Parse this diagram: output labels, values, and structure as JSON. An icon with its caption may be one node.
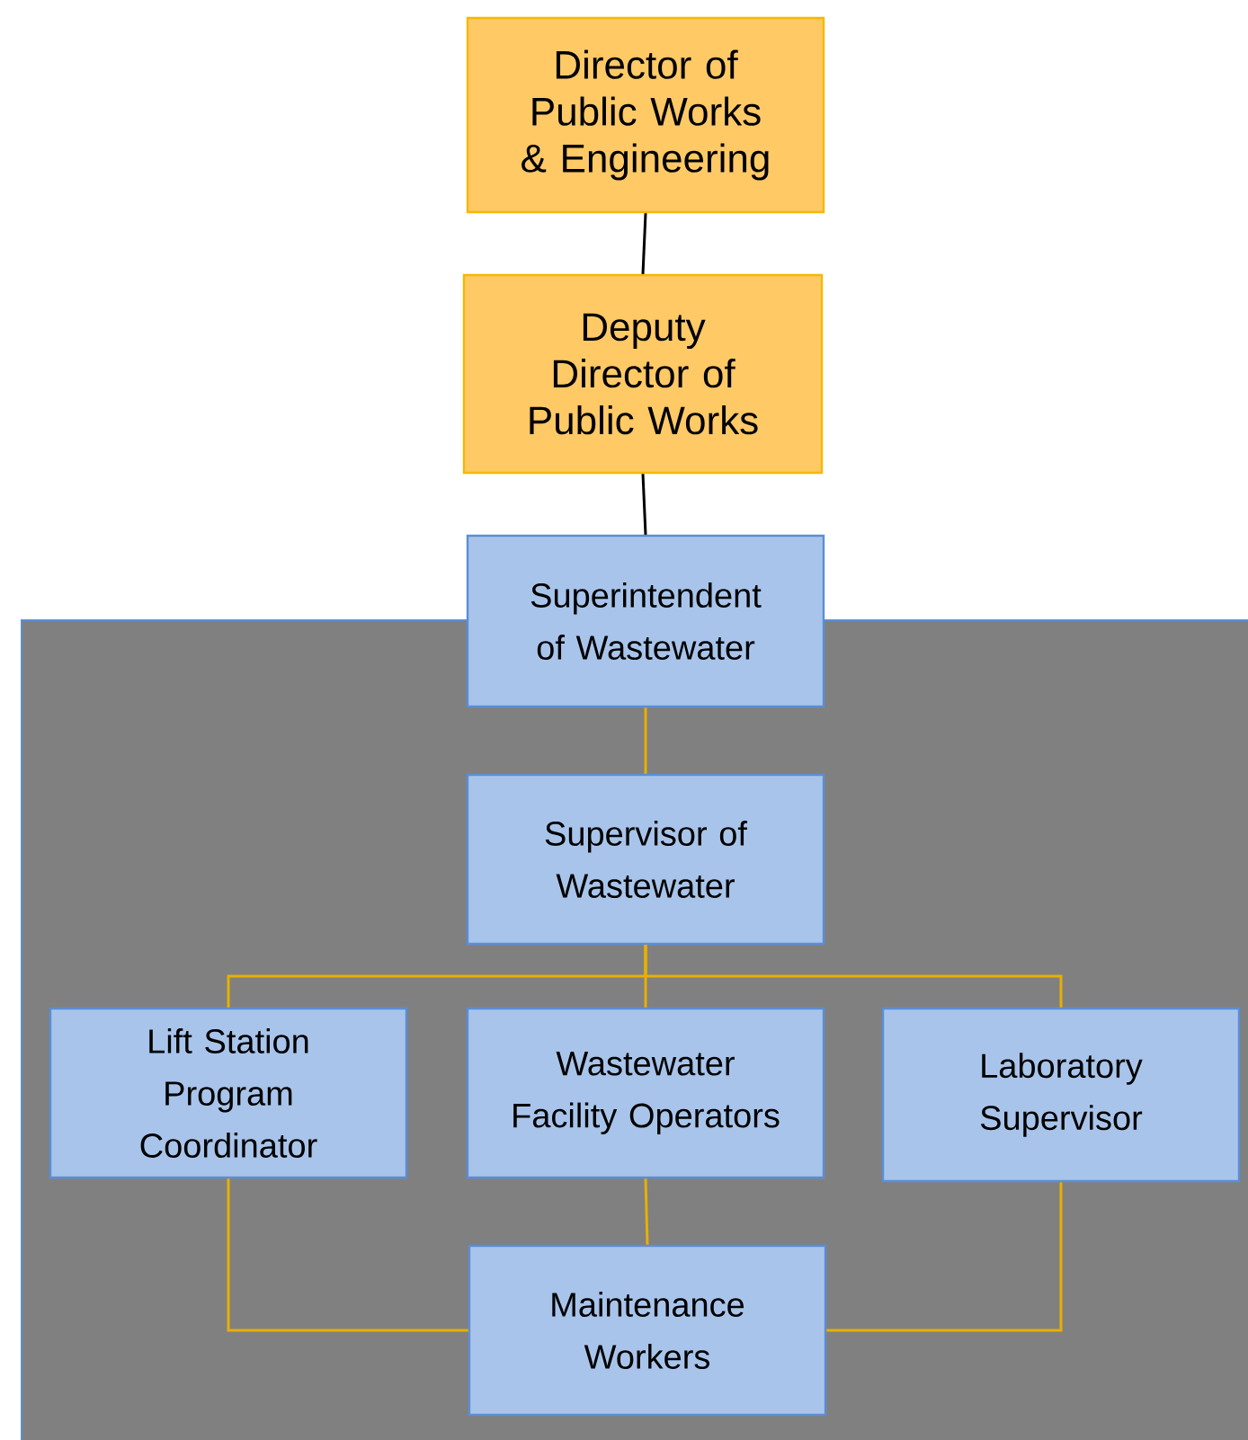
{
  "diagram": {
    "nodes": [
      {
        "text": [
          "Director of Public Works & Engineering"
        ]
      },
      {
        "text": [
          "Deputy Director of Public Works"
        ]
      },
      {
        "text": [
          "Superintendent of Wastewater"
        ]
      },
      {
        "text": [
          "Supervisor of Wastewater"
        ]
      },
      {
        "text": [
          "Lift Station Program Coordinator"
        ]
      },
      {
        "text": [
          "Wastewater Facility Operators"
        ]
      },
      {
        "text": [
          "Laboratory Supervisor"
        ]
      },
      {
        "text": [
          "Maintenance Workers"
        ]
      }
    ],
    "edges": [
      {
        "from": 0,
        "to": 1,
        "arrow": "none",
        "color": "#000000"
      },
      {
        "from": 1,
        "to": 2,
        "arrow": "none",
        "color": "#000000"
      },
      {
        "from": 2,
        "to": 3,
        "arrow": "none"
      },
      {
        "from": 3,
        "to": 4,
        "arrow": "none"
      },
      {
        "from": 3,
        "to": 5,
        "arrow": "none"
      },
      {
        "from": 3,
        "to": 6,
        "arrow": "none"
      },
      {
        "from": 5,
        "to": 7,
        "arrow": "none"
      },
      {
        "from": 4,
        "to": 7,
        "arrow": "none"
      },
      {
        "from": 6,
        "to": 7,
        "arrow": "none"
      }
    ]
  }
}
